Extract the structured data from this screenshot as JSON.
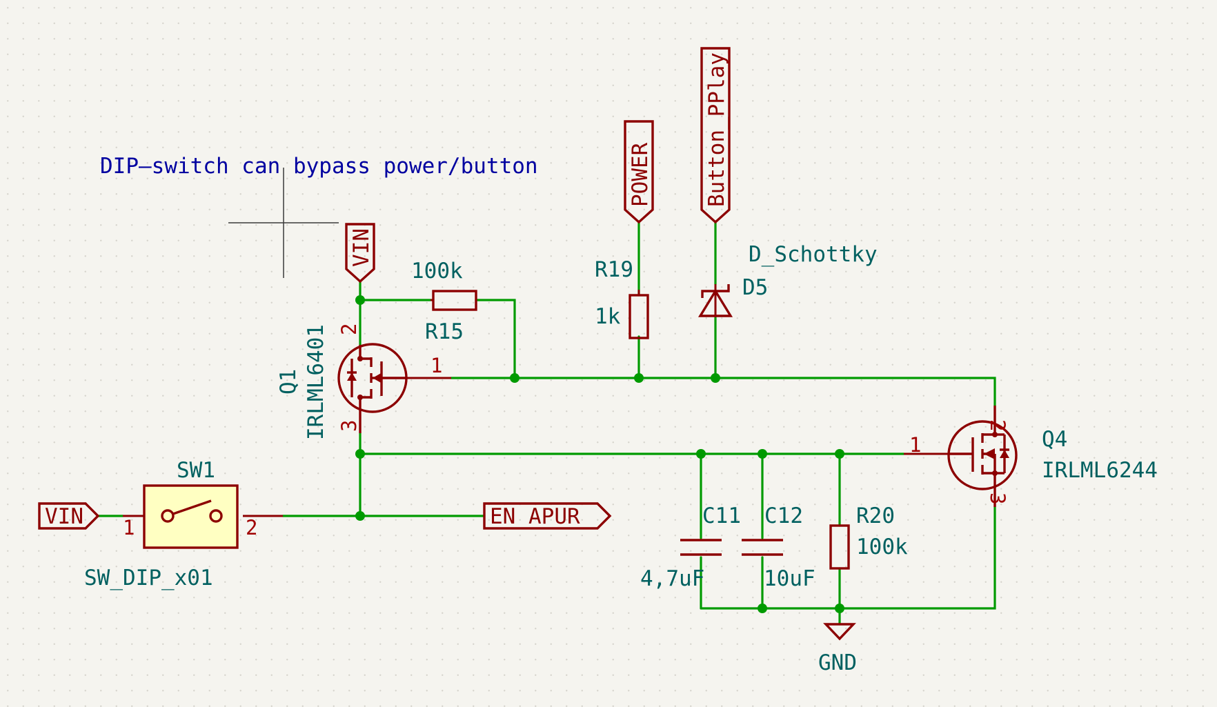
{
  "note": "DIP—switch can bypass power/button",
  "global_labels": {
    "vin_top": "VIN",
    "vin_left": "VIN",
    "power": "POWER",
    "button": "Button_PPlay",
    "en": "EN_APUR"
  },
  "components": {
    "q1": {
      "ref": "Q1",
      "value": "IRLML6401",
      "pin_gate": "1",
      "pin_source": "2",
      "pin_drain": "3"
    },
    "q4": {
      "ref": "Q4",
      "value": "IRLML6244",
      "pin_gate": "1",
      "pin_drain": "2",
      "pin_source": "3"
    },
    "r15": {
      "ref": "R15",
      "value": "100k"
    },
    "r19": {
      "ref": "R19",
      "value": "1k"
    },
    "r20": {
      "ref": "R20",
      "value": "100k"
    },
    "c11": {
      "ref": "C11",
      "value": "4,7uF"
    },
    "c12": {
      "ref": "C12",
      "value": "10uF"
    },
    "d5": {
      "ref": "D5",
      "value": "D_Schottky"
    },
    "sw1": {
      "ref": "SW1",
      "value": "SW_DIP_x01",
      "pin1": "1",
      "pin2": "2"
    },
    "gnd": {
      "label": "GND"
    }
  },
  "colors": {
    "wire": "#009a00",
    "symbol": "#8c0000",
    "reference_text": "#006060",
    "note_text": "#0000a0",
    "switch_fill": "#ffffc2",
    "background": "#f5f4ef"
  }
}
